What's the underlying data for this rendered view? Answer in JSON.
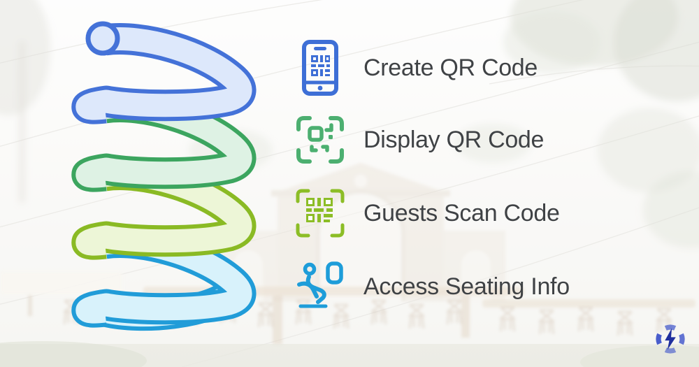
{
  "steps": [
    {
      "label": "Create QR Code",
      "icon": "phone-qr-icon",
      "accent": "#3e6fd6"
    },
    {
      "label": "Display QR Code",
      "icon": "qr-scan-frame-icon",
      "accent": "#4caf70"
    },
    {
      "label": "Guests Scan Code",
      "icon": "qr-code-brackets-icon",
      "accent": "#8cbd26"
    },
    {
      "label": "Access Seating Info",
      "icon": "seated-person-icon",
      "accent": "#1e9dd9"
    }
  ],
  "spiral": {
    "turns": [
      {
        "name": "blue",
        "stroke": "#4472d8",
        "fill": "#dde8fb"
      },
      {
        "name": "green",
        "stroke": "#3ca55f",
        "fill": "#def2e4"
      },
      {
        "name": "lime",
        "stroke": "#8aba24",
        "fill": "#edf6d7"
      },
      {
        "name": "cyan",
        "stroke": "#219cd8",
        "fill": "#d8f2fb"
      }
    ]
  },
  "logo": {
    "icon": "shutter-bolt-logo-icon",
    "ring_color": "#3a50c9",
    "bolt_color": "#1f2f9e"
  },
  "background": {
    "description": "Faded photo of an outdoor wedding venue with string lights, a brick arch pavilion, long banquet tables and wooden cross-back chairs"
  },
  "text_color": "#3f4245"
}
